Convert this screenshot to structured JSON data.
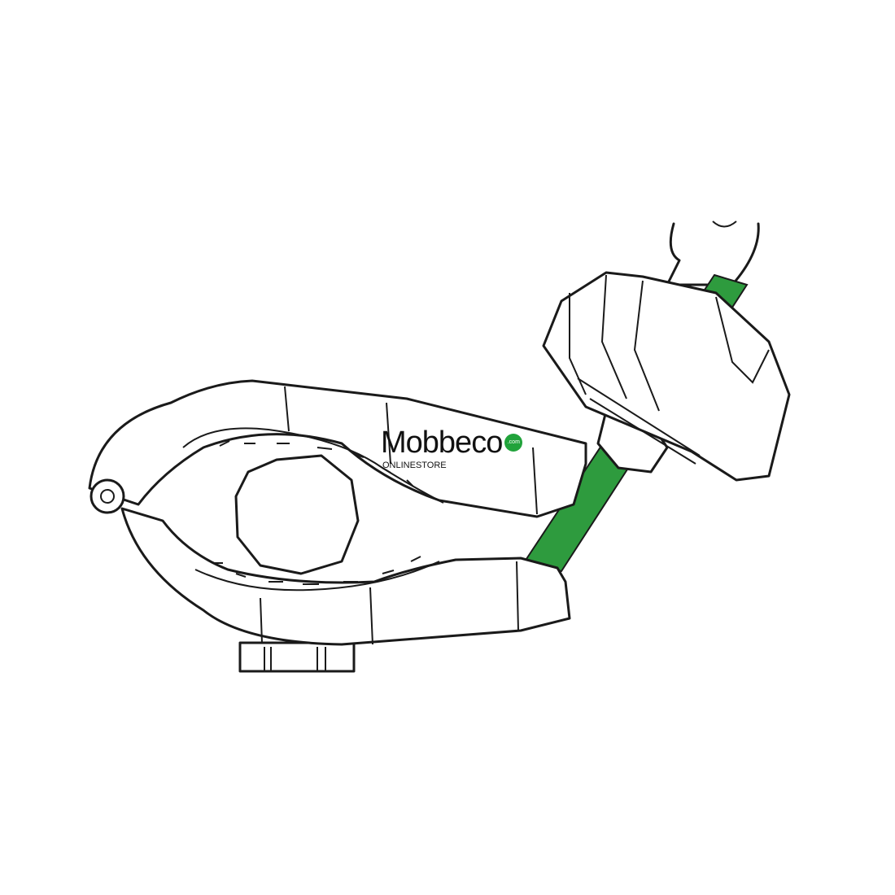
{
  "watermark": {
    "brand": "Mobbeco",
    "domain": ".com",
    "tagline": "ONLINESTORE"
  },
  "colors": {
    "highlight": "#2e9b3e",
    "line": "#1a1a1a",
    "logo_dot": "#21a33b"
  }
}
